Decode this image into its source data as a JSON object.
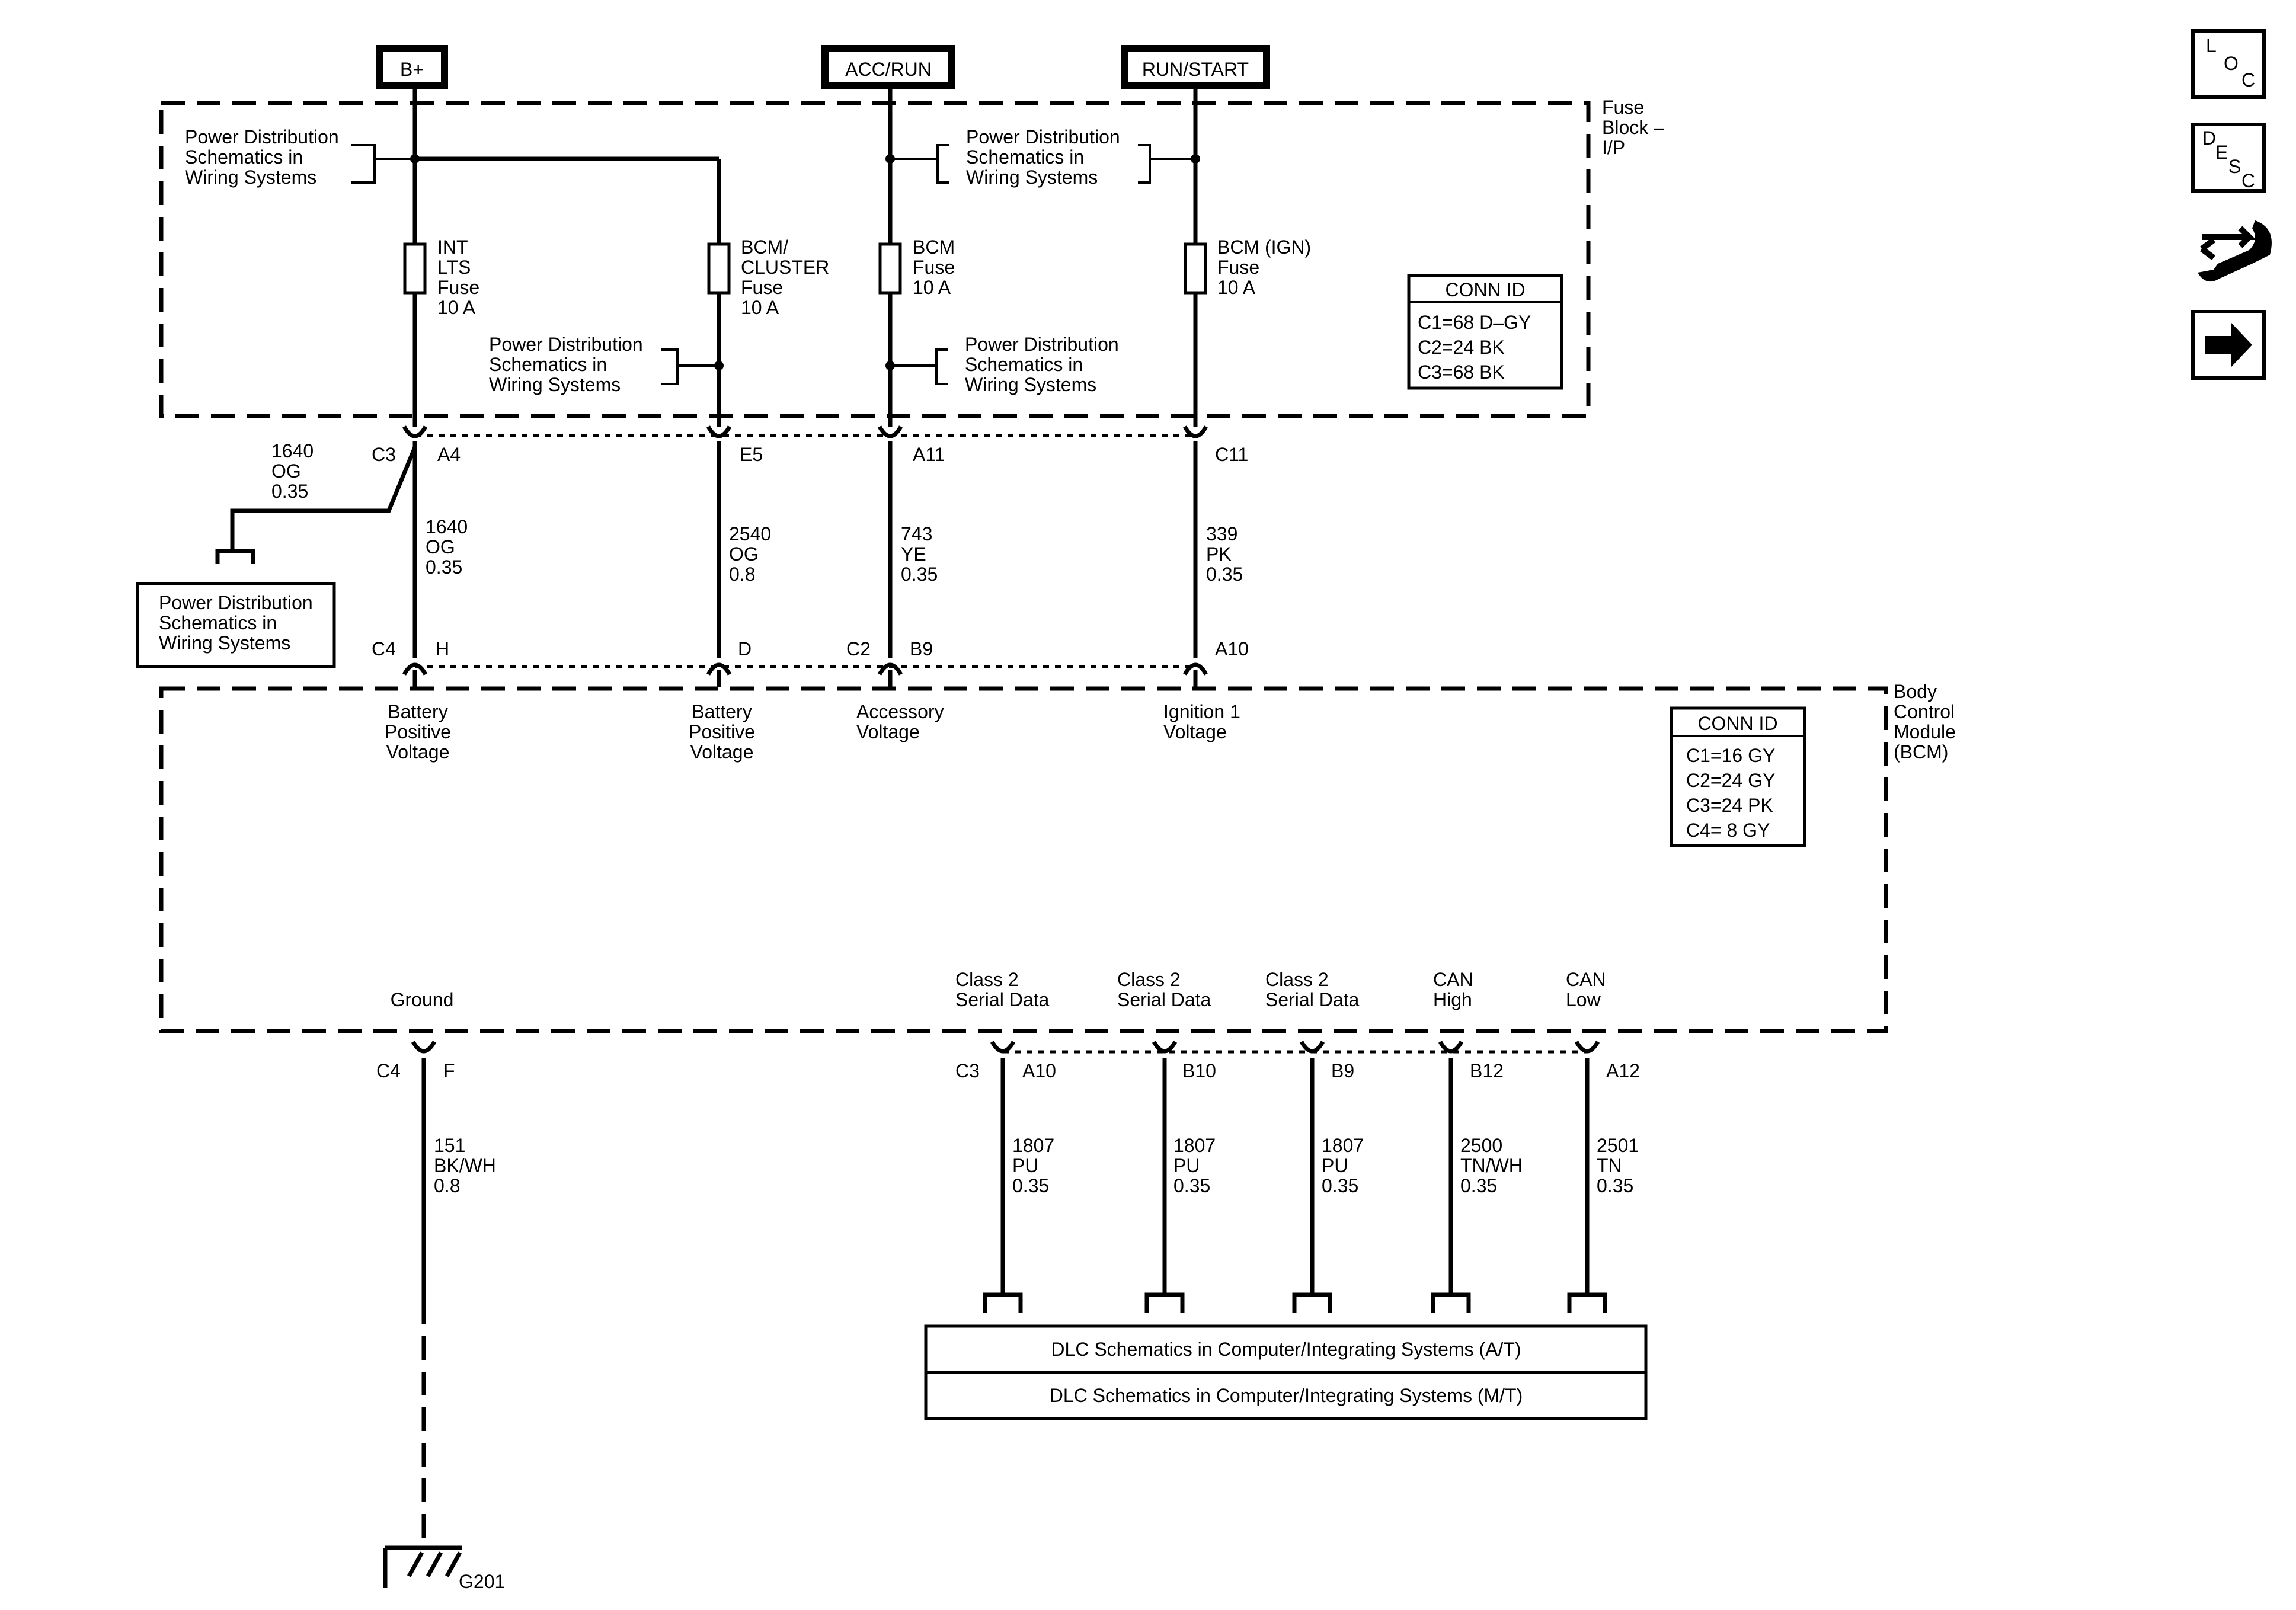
{
  "sources": {
    "bplus": "B+",
    "accrun": "ACC/RUN",
    "runstart": "RUN/START"
  },
  "fuse_block": {
    "l1": "Fuse",
    "l2": "Block –",
    "l3": "I/P"
  },
  "bcm_label": {
    "l1": "Body",
    "l2": "Control",
    "l3": "Module",
    "l4": "(BCM)"
  },
  "power_dist_ref": {
    "l1": "Power Distribution",
    "l2": "Schematics in",
    "l3": "Wiring Systems"
  },
  "fuses": [
    {
      "l1": "INT",
      "l2": "LTS",
      "l3": "Fuse",
      "l4": "10 A"
    },
    {
      "l1": "BCM/",
      "l2": "CLUSTER",
      "l3": "Fuse",
      "l4": "10 A"
    },
    {
      "l1": "BCM",
      "l2": "Fuse",
      "l3": "10 A"
    },
    {
      "l1": "BCM (IGN)",
      "l2": "Fuse",
      "l3": "10 A"
    }
  ],
  "conn_id_fuse": {
    "title": "CONN ID",
    "rows": [
      "C1=68 D–GY",
      "C2=24 BK",
      "C3=68 BK"
    ]
  },
  "conn_id_bcm": {
    "title": "CONN ID",
    "rows": [
      "C1=16 GY",
      "C2=24 GY",
      "C3=24 PK",
      "C4=  8 GY"
    ]
  },
  "top_connectors": {
    "c3": "C3",
    "a4": "A4",
    "e5": "E5",
    "a11": "A11",
    "c11": "C11"
  },
  "bcm_top_connectors": {
    "c4": "C4",
    "h": "H",
    "d": "D",
    "c2": "C2",
    "b9": "B9",
    "a10": "A10"
  },
  "wires_top": [
    {
      "l1": "1640",
      "l2": "OG",
      "l3": "0.35"
    },
    {
      "l1": "1640",
      "l2": "OG",
      "l3": "0.35"
    },
    {
      "l1": "2540",
      "l2": "OG",
      "l3": "0.8"
    },
    {
      "l1": "743",
      "l2": "YE",
      "l3": "0.35"
    },
    {
      "l1": "339",
      "l2": "PK",
      "l3": "0.35"
    }
  ],
  "bcm_inputs": [
    {
      "l1": "Battery",
      "l2": "Positive",
      "l3": "Voltage"
    },
    {
      "l1": "Battery",
      "l2": "Positive",
      "l3": "Voltage"
    },
    {
      "l1": "Accessory",
      "l2": "Voltage"
    },
    {
      "l1": "Ignition 1",
      "l2": "Voltage"
    }
  ],
  "bcm_outputs": {
    "ground": "Ground",
    "serial1": {
      "l1": "Class 2",
      "l2": "Serial Data"
    },
    "serial2": {
      "l1": "Class 2",
      "l2": "Serial Data"
    },
    "serial3": {
      "l1": "Class 2",
      "l2": "Serial Data"
    },
    "canh": {
      "l1": "CAN",
      "l2": "High"
    },
    "canl": {
      "l1": "CAN",
      "l2": "Low"
    }
  },
  "bottom_connectors": {
    "c4": "C4",
    "f": "F",
    "c3": "C3",
    "a10": "A10",
    "b10": "B10",
    "b9": "B9",
    "b12": "B12",
    "a12": "A12"
  },
  "wires_bottom": [
    {
      "l1": "151",
      "l2": "BK/WH",
      "l3": "0.8"
    },
    {
      "l1": "1807",
      "l2": "PU",
      "l3": "0.35"
    },
    {
      "l1": "1807",
      "l2": "PU",
      "l3": "0.35"
    },
    {
      "l1": "1807",
      "l2": "PU",
      "l3": "0.35"
    },
    {
      "l1": "2500",
      "l2": "TN/WH",
      "l3": "0.35"
    },
    {
      "l1": "2501",
      "l2": "TN",
      "l3": "0.35"
    }
  ],
  "dlc": {
    "at": "DLC Schematics in Computer/Integrating Systems (A/T)",
    "mt": "DLC Schematics in Computer/Integrating Systems (M/T)"
  },
  "ground_id": "G201",
  "side_icons": {
    "loc": [
      "L",
      "O",
      "C"
    ],
    "desc": [
      "D",
      "E",
      "S",
      "C"
    ],
    "tool": "wrench-arrows-icon",
    "next": "right-arrow-icon"
  }
}
